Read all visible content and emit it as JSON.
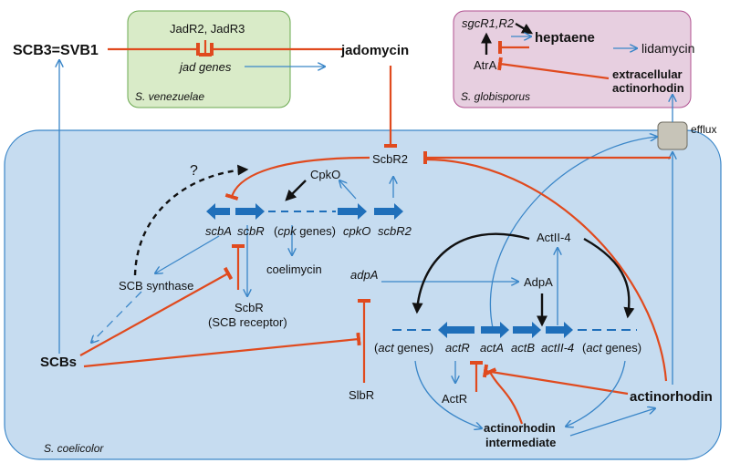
{
  "labels": {
    "scb3_svb1": "SCB3=SVB1",
    "jadr": "JadR2, JadR3",
    "jad_genes": "jad genes",
    "s_venezuelae": "S. venezuelae",
    "jadomycin": "jadomycin",
    "sgcr": "sgcR1,R2",
    "heptaene": "heptaene",
    "atra": "AtrA",
    "lidamycin": "lidamycin",
    "extracellular_actinorhodin_1": "extracellular",
    "extracellular_actinorhodin_2": "actinorhodin",
    "s_globisporus": "S. globisporus",
    "efflux": "efflux",
    "question": "?",
    "scbr2_protein": "ScbR2",
    "cpko_protein": "CpkO",
    "scba": "scbA",
    "scbr_gene": "scbR",
    "cpk_genes": "(cpk genes)",
    "cpko_gene": "cpkO",
    "scbr2_gene": "scbR2",
    "coelimycin": "coelimycin",
    "scb_synthase": "SCB synthase",
    "scbr_protein": "ScbR",
    "scb_receptor": "(SCB receptor)",
    "adpa_gene": "adpA",
    "adpa_protein": "AdpA",
    "actii4_protein": "ActII-4",
    "scbs": "SCBs",
    "act_genes_left": "(act genes)",
    "actr_gene": "actR",
    "acta_gene": "actA",
    "actb_gene": "actB",
    "actii4_gene": "actII-4",
    "act_genes_right": "(act genes)",
    "actr_protein": "ActR",
    "slbr": "SlbR",
    "actinorhodin": "actinorhodin",
    "intermediate_1": "actinorhodin",
    "intermediate_2": "intermediate",
    "s_coelicolor": "S. coelicolor"
  },
  "colors": {
    "venezuelae_fill": "#d9ebc8",
    "globisporus_fill": "#e7cfe0",
    "cell_fill": "#c6dcf0",
    "gene_arrow": "#1f6fba",
    "activation": "#3a86c8",
    "repression": "#e04a1e",
    "strong_activation": "#111111"
  }
}
